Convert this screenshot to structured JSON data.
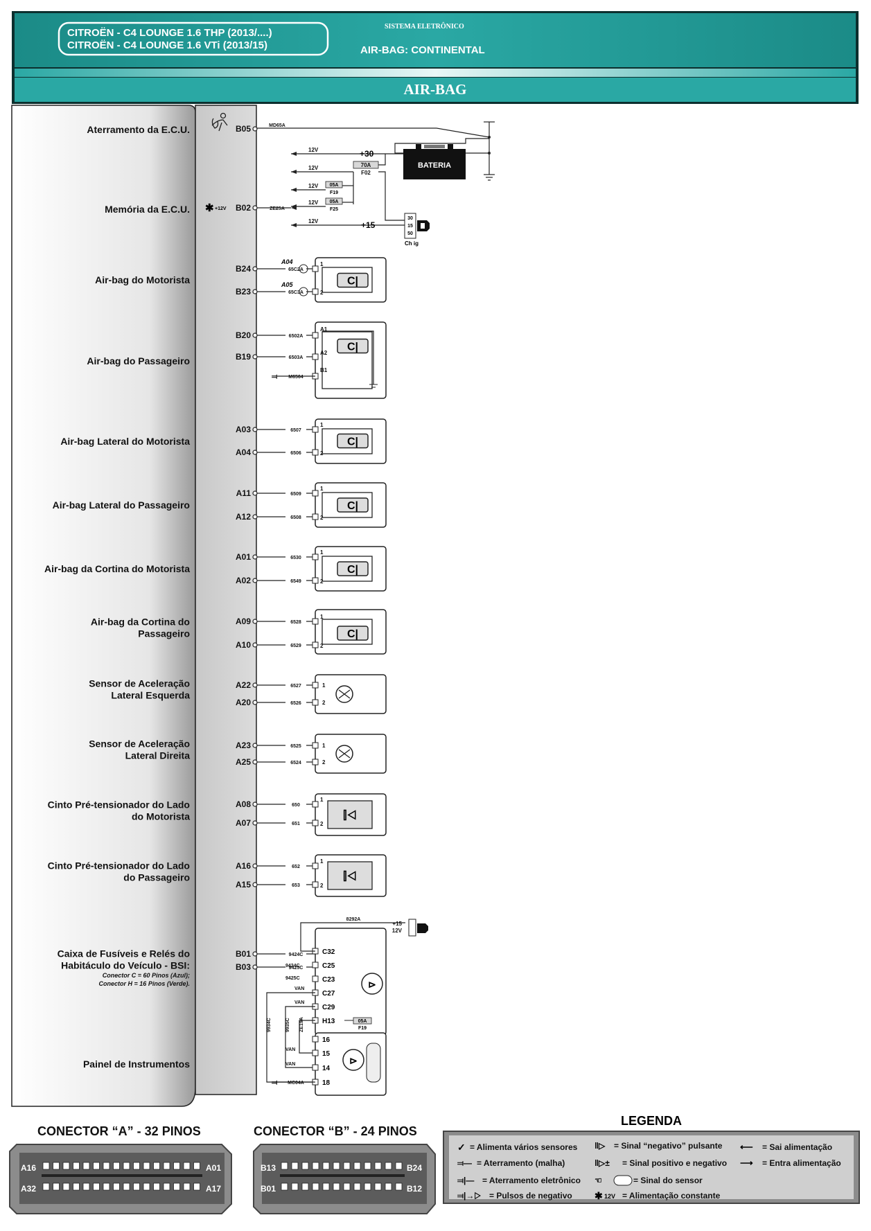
{
  "header": {
    "model_line_1": "CITROËN - C4 LOUNGE 1.6 THP (2013/....)",
    "model_line_2": "CITROËN - C4 LOUNGE 1.6 VTi  (2013/15)",
    "system": "SISTEMA ELETRÔNICO",
    "subtitle": "AIR-BAG: CONTINENTAL",
    "title": "AIR-BAG",
    "colors": {
      "teal": "#2aa8a4",
      "dark": "#0e4d4b"
    }
  },
  "rows": [
    {
      "label": [
        "Aterramento da E.C.U."
      ],
      "pins": [
        "B05"
      ],
      "wires": [
        "MD65A"
      ]
    },
    {
      "label": [
        "Memória da E.C.U."
      ],
      "pins": [
        "B02"
      ],
      "wires": [
        "ZE25A"
      ],
      "pin_note": "+12V"
    },
    {
      "label": [
        "Air-bag do Motorista"
      ],
      "pins": [
        "B24",
        "B23"
      ],
      "wires": [
        "65C2A",
        "65C3A"
      ],
      "tags": [
        "A04",
        "A05"
      ],
      "terms": [
        "1",
        "2"
      ]
    },
    {
      "label": [
        "Air-bag do Passageiro"
      ],
      "pins": [
        "B20",
        "B19"
      ],
      "wires": [
        "6502A",
        "6503A",
        "M6564"
      ],
      "terms": [
        "A1",
        "A2",
        "B1"
      ]
    },
    {
      "label": [
        "Air-bag Lateral do Motorista"
      ],
      "pins": [
        "A03",
        "A04"
      ],
      "wires": [
        "6507",
        "6506"
      ],
      "terms": [
        "1",
        "2"
      ]
    },
    {
      "label": [
        "Air-bag Lateral do Passageiro"
      ],
      "pins": [
        "A11",
        "A12"
      ],
      "wires": [
        "6509",
        "6508"
      ],
      "terms": [
        "1",
        "2"
      ]
    },
    {
      "label": [
        "Air-bag da Cortina do Motorista"
      ],
      "pins": [
        "A01",
        "A02"
      ],
      "wires": [
        "6530",
        "6549"
      ],
      "terms": [
        "1",
        "2"
      ]
    },
    {
      "label": [
        "Air-bag da Cortina do",
        "Passageiro"
      ],
      "pins": [
        "A09",
        "A10"
      ],
      "wires": [
        "6528",
        "6529"
      ],
      "terms": [
        "1",
        "2"
      ]
    },
    {
      "label": [
        "Sensor de Aceleração",
        "Lateral Esquerda"
      ],
      "pins": [
        "A22",
        "A20"
      ],
      "wires": [
        "6527",
        "6526"
      ],
      "terms": [
        "1",
        "2"
      ]
    },
    {
      "label": [
        "Sensor de Aceleração",
        "Lateral Direita"
      ],
      "pins": [
        "A23",
        "A25"
      ],
      "wires": [
        "6525",
        "6524"
      ],
      "terms": [
        "1",
        "2"
      ]
    },
    {
      "label": [
        "Cinto Pré-tensionador do Lado",
        "do Motorista"
      ],
      "pins": [
        "A08",
        "A07"
      ],
      "wires": [
        "650",
        "651"
      ],
      "terms": [
        "1",
        "2"
      ]
    },
    {
      "label": [
        "Cinto Pré-tensionador do Lado",
        "do Passageiro"
      ],
      "pins": [
        "A16",
        "A15"
      ],
      "wires": [
        "652",
        "653"
      ],
      "terms": [
        "1",
        "2"
      ]
    },
    {
      "label": [
        "Caixa de Fusíveis e Relés do",
        "Habitáculo do Veículo - BSI:"
      ],
      "sublabel": [
        "Conector C = 60 Pinos (Azul);",
        "Conector H = 16 Pinos (Verde)."
      ],
      "pins": [
        "B01",
        "B03"
      ],
      "wires": [
        "9424C",
        "9425C",
        "VAN",
        "VAN",
        "8292A",
        "9934C",
        "9935C",
        "ZE19A"
      ],
      "terms": [
        "C32",
        "C25",
        "C23",
        "C27",
        "C29",
        "H13"
      ]
    },
    {
      "label": [
        "Painel de Instrumentos"
      ],
      "wires": [
        "VAN",
        "VAN",
        "MC04A"
      ],
      "terms": [
        "16",
        "15",
        "14",
        "18"
      ]
    }
  ],
  "power": {
    "plus30": "+30",
    "plus15": "+15",
    "v12": "12V",
    "battery": "BATERIA",
    "fuses": [
      {
        "amp": "70A",
        "id": "F02"
      },
      {
        "amp": "05A",
        "id": "F19"
      },
      {
        "amp": "05A",
        "id": "F25"
      }
    ],
    "switch_terms": [
      "30",
      "15",
      "50"
    ],
    "switch_label": "Ch ig",
    "bsi_fuse": {
      "amp": "05A",
      "id": "F19"
    },
    "bsi_feed": [
      "+15",
      "12V"
    ]
  },
  "connectors": {
    "a": {
      "title": "CONECTOR “A” - 32 PINOS",
      "pins": [
        "A16",
        "A01",
        "A32",
        "A17"
      ]
    },
    "b": {
      "title": "CONECTOR “B” - 24 PINOS",
      "pins": [
        "B13",
        "B24",
        "B01",
        "B12"
      ]
    }
  },
  "legend": {
    "title": "LEGENDA",
    "items": [
      "= Alimenta vários sensores",
      "= Sinal “negativo” pulsante",
      "= Sai alimentação",
      "= Aterramento (malha)",
      "= Sinal positivo e negativo",
      "= Entra alimentação",
      "= Aterramento eletrônico",
      "= Sinal do sensor",
      "= Pulsos de negativo",
      "= Alimentação constante"
    ]
  }
}
